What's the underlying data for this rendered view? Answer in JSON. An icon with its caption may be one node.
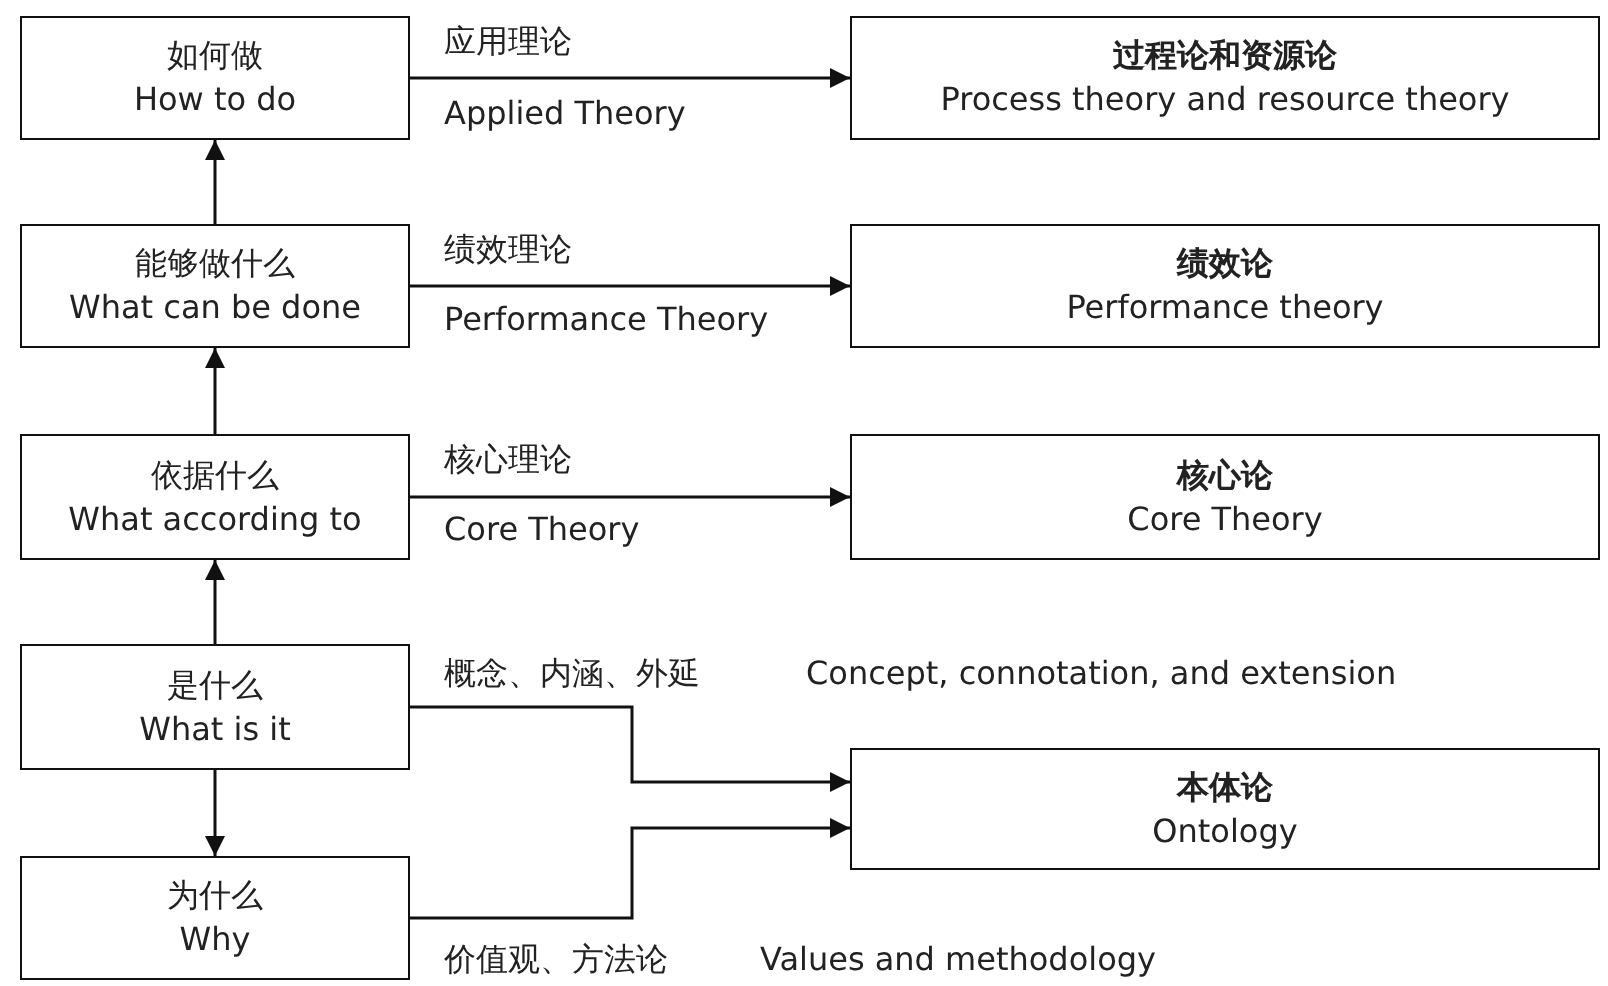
{
  "diagram": {
    "nodes": [
      {
        "text": [
          "如何做",
          "How to do"
        ]
      },
      {
        "text": [
          "过程论和资源论",
          "Process theory and resource theory"
        ]
      },
      {
        "text": [
          "能够做什么",
          "What can be done"
        ]
      },
      {
        "text": [
          "绩效论",
          "Performance theory"
        ]
      },
      {
        "text": [
          "依据什么",
          "What according to"
        ]
      },
      {
        "text": [
          "核心论",
          "Core Theory"
        ]
      },
      {
        "text": [
          "是什么",
          "What is it"
        ]
      },
      {
        "text": [
          "本体论",
          "Ontology"
        ]
      },
      {
        "text": [
          "为什么",
          "Why"
        ]
      }
    ],
    "edges": [
      {
        "from": 0,
        "to": 1,
        "arrow": "to",
        "label": "应用理论"
      },
      {
        "from": 2,
        "to": 0,
        "arrow": "to"
      },
      {
        "from": 2,
        "to": 3,
        "arrow": "to",
        "label": "绩效理论"
      },
      {
        "from": 4,
        "to": 2,
        "arrow": "to"
      },
      {
        "from": 4,
        "to": 5,
        "arrow": "to",
        "label": "核心理论"
      },
      {
        "from": 6,
        "to": 4,
        "arrow": "to"
      },
      {
        "from": 6,
        "to": 7,
        "arrow": "to",
        "label": "概念、内涵、外延"
      },
      {
        "from": 6,
        "to": 8,
        "arrow": "to"
      },
      {
        "from": 8,
        "to": 7,
        "arrow": "to",
        "label": "价值观、方法论"
      }
    ],
    "labels": [
      "Applied Theory",
      "Performance Theory",
      "Core Theory",
      "Concept, connotation, and extension",
      "Values and methodology"
    ]
  }
}
